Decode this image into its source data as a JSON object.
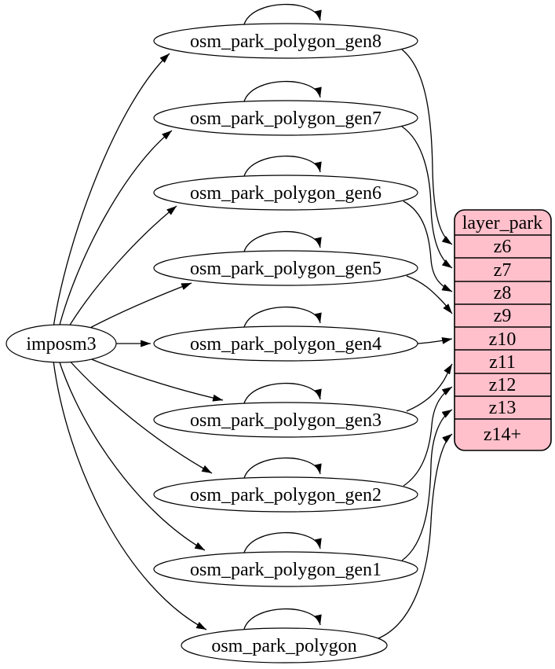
{
  "diagram": {
    "kind": "graphviz-etl-graph",
    "background_color": "#ffffff",
    "edge_color": "#000000",
    "imposm": {
      "label": "imposm3"
    },
    "tables": [
      {
        "label": "osm_park_polygon_gen8",
        "zoom": "z6"
      },
      {
        "label": "osm_park_polygon_gen7",
        "zoom": "z7"
      },
      {
        "label": "osm_park_polygon_gen6",
        "zoom": "z8"
      },
      {
        "label": "osm_park_polygon_gen5",
        "zoom": "z9"
      },
      {
        "label": "osm_park_polygon_gen4",
        "zoom": "z10"
      },
      {
        "label": "osm_park_polygon_gen3",
        "zoom": "z11"
      },
      {
        "label": "osm_park_polygon_gen2",
        "zoom": "z12"
      },
      {
        "label": "osm_park_polygon_gen1",
        "zoom": "z13"
      },
      {
        "label": "osm_park_polygon",
        "zoom": "z14+"
      }
    ],
    "layer": {
      "title": "layer_park",
      "rows": [
        "z6",
        "z7",
        "z8",
        "z9",
        "z10",
        "z11",
        "z12",
        "z13",
        "z14+"
      ],
      "fill_color": "#ffc0cb",
      "stroke_color": "#000000"
    },
    "edges": {
      "from_source": [
        "osm_park_polygon_gen8",
        "osm_park_polygon_gen7",
        "osm_park_polygon_gen6",
        "osm_park_polygon_gen5",
        "osm_park_polygon_gen4",
        "osm_park_polygon_gen3",
        "osm_park_polygon_gen2",
        "osm_park_polygon_gen1",
        "osm_park_polygon"
      ],
      "self_loops": [
        "osm_park_polygon_gen8",
        "osm_park_polygon_gen7",
        "osm_park_polygon_gen6",
        "osm_park_polygon_gen5",
        "osm_park_polygon_gen4",
        "osm_park_polygon_gen3",
        "osm_park_polygon_gen2",
        "osm_park_polygon_gen1",
        "osm_park_polygon"
      ],
      "table_to_zoom": [
        {
          "from": "osm_park_polygon_gen8",
          "to": "z6"
        },
        {
          "from": "osm_park_polygon_gen7",
          "to": "z7"
        },
        {
          "from": "osm_park_polygon_gen6",
          "to": "z8"
        },
        {
          "from": "osm_park_polygon_gen5",
          "to": "z9"
        },
        {
          "from": "osm_park_polygon_gen4",
          "to": "z10"
        },
        {
          "from": "osm_park_polygon_gen3",
          "to": "z11"
        },
        {
          "from": "osm_park_polygon_gen2",
          "to": "z12"
        },
        {
          "from": "osm_park_polygon_gen1",
          "to": "z13"
        },
        {
          "from": "osm_park_polygon",
          "to": "z14+"
        }
      ]
    }
  }
}
